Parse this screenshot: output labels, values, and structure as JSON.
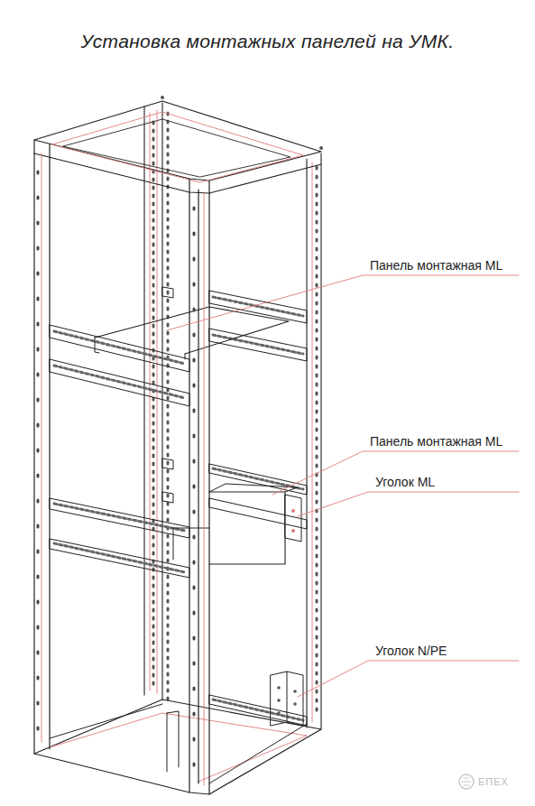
{
  "diagram": {
    "title": "Установка монтажных панелей на УМК.",
    "labels": [
      "Панель монтажная ML",
      "Панель монтажная ML",
      "Уголок ML",
      "Уголок N/PE",
      "ЕПЕХ"
    ]
  }
}
